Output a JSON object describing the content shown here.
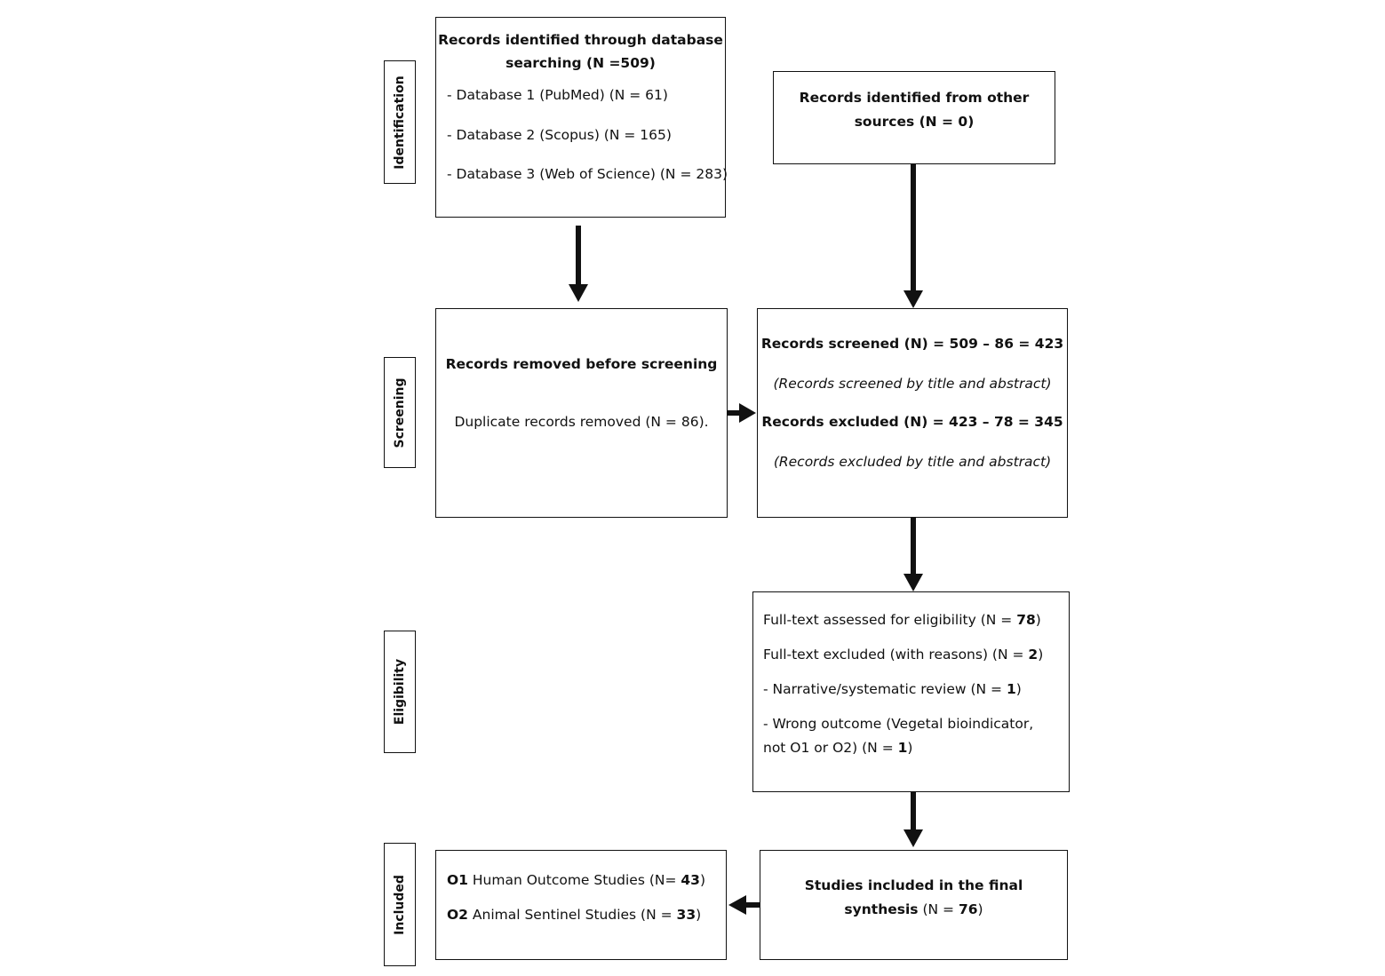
{
  "stages": {
    "identification": "Identification",
    "screening": "Screening",
    "eligibility": "Eligibility",
    "included": "Included"
  },
  "identified_db": {
    "title_line1": "Records identified through database",
    "title_line2": "searching (N =509)",
    "items": [
      "- Database 1 (PubMed) (N = 61)",
      "- Database 2 (Scopus) (N = 165)",
      "- Database 3 (Web of Science) (N = 283)"
    ]
  },
  "identified_other": {
    "line1": "Records identified from other",
    "line2": "sources (N = 0)"
  },
  "removed": {
    "title": "Records removed before screening",
    "text": "Duplicate records removed (N = 86)."
  },
  "screened": {
    "screened": "Records screened (N) = 509 – 86 = 423",
    "screened_note": "(Records screened by title and abstract)",
    "excluded": "Records excluded (N) = 423 – 78 = 345",
    "excluded_note": "(Records excluded by title and abstract)"
  },
  "eligibility": {
    "assessed_prefix": "Full-text assessed for eligibility (N = ",
    "assessed_value": "78",
    "excluded_prefix": "Full-text excluded (with reasons) (N = ",
    "excluded_value": "2",
    "reason1_prefix": "- Narrative/systematic review (N = ",
    "reason1_value": "1",
    "reason2_line1": "- Wrong outcome (Vegetal bioindicator,",
    "reason2_prefix": "not O1 or O2) (N = ",
    "reason2_value": "1",
    "close": ")"
  },
  "included_studies": {
    "line1": "Studies included in the final",
    "line2_bold": "synthesis",
    "line2_prefix": " (N = ",
    "value": "76",
    "close": ")"
  },
  "outcomes": {
    "o1_code": "O1",
    "o1_text": " Human Outcome Studies (N= ",
    "o1_value": "43",
    "o2_code": "O2",
    "o2_text": " Animal Sentinel Studies (N = ",
    "o2_value": "33",
    "close": ")"
  }
}
